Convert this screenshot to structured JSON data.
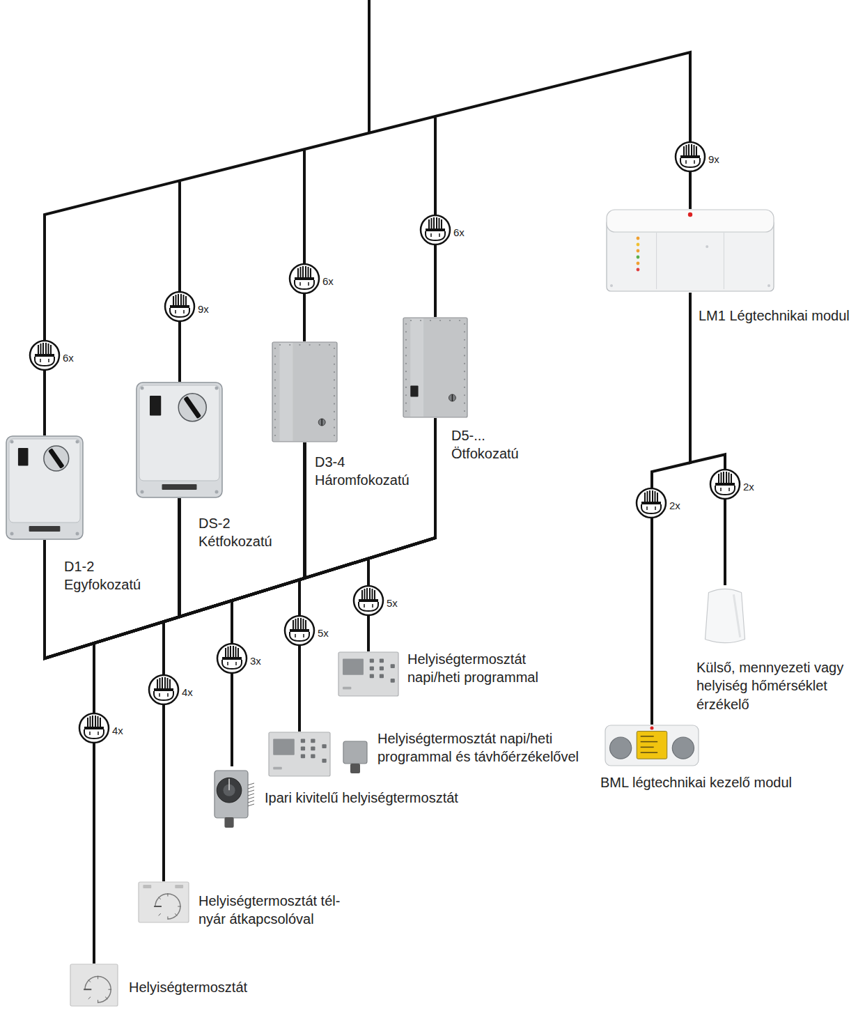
{
  "diagram": {
    "nodes": [
      {
        "text": [
          "D1-2 Egyfokozatú"
        ]
      },
      {
        "text": [
          "DS-2 Kétfokozatú"
        ]
      },
      {
        "text": [
          "D3-4 Háromfokozatú"
        ]
      },
      {
        "text": [
          "D5-... Ötfokozatú"
        ]
      },
      {
        "text": [
          "LM1 Légtechnikai modul"
        ]
      },
      {
        "text": [
          "Helyiségtermosztát"
        ]
      },
      {
        "text": [
          "Helyiségtermosztát tél-nyár átkapcsolóval"
        ]
      },
      {
        "text": [
          "Ipari kivitelű helyiségtermosztát"
        ]
      },
      {
        "text": [
          "Helyiségtermosztát napi/heti programmal és távhőérzékelővel"
        ]
      },
      {
        "text": [
          "Helyiségtermosztát napi/heti programmal"
        ]
      },
      {
        "text": [
          "BML légtechnikai kezelő modul"
        ]
      },
      {
        "text": [
          "Külső, mennyezeti vagy helyiség hőmérséklet érzékelő"
        ]
      }
    ],
    "edges": [
      {
        "from": 0,
        "to": 5,
        "arrow": "none"
      },
      {
        "from": 0,
        "to": 6,
        "arrow": "none"
      },
      {
        "from": 0,
        "to": 7,
        "arrow": "none"
      },
      {
        "from": 0,
        "to": 8,
        "arrow": "none"
      },
      {
        "from": 0,
        "to": 9,
        "arrow": "none"
      },
      {
        "from": 1,
        "to": 5,
        "arrow": "none"
      },
      {
        "from": 1,
        "to": 6,
        "arrow": "none"
      },
      {
        "from": 1,
        "to": 7,
        "arrow": "none"
      },
      {
        "from": 1,
        "to": 8,
        "arrow": "none"
      },
      {
        "from": 1,
        "to": 9,
        "arrow": "none"
      },
      {
        "from": 2,
        "to": 5,
        "arrow": "none"
      },
      {
        "from": 2,
        "to": 6,
        "arrow": "none"
      },
      {
        "from": 2,
        "to": 7,
        "arrow": "none"
      },
      {
        "from": 2,
        "to": 8,
        "arrow": "none"
      },
      {
        "from": 2,
        "to": 9,
        "arrow": "none"
      },
      {
        "from": 3,
        "to": 5,
        "arrow": "none"
      },
      {
        "from": 3,
        "to": 6,
        "arrow": "none"
      },
      {
        "from": 3,
        "to": 7,
        "arrow": "none"
      },
      {
        "from": 3,
        "to": 8,
        "arrow": "none"
      },
      {
        "from": 3,
        "to": 9,
        "arrow": "none"
      },
      {
        "from": 4,
        "to": 10,
        "arrow": "none"
      },
      {
        "from": 4,
        "to": 11,
        "arrow": "none"
      }
    ],
    "labels": [
      "6x",
      "9x",
      "6x",
      "6x",
      "9x",
      "4x",
      "4x",
      "3x",
      "5x",
      "5x",
      "2x",
      "2x"
    ]
  }
}
